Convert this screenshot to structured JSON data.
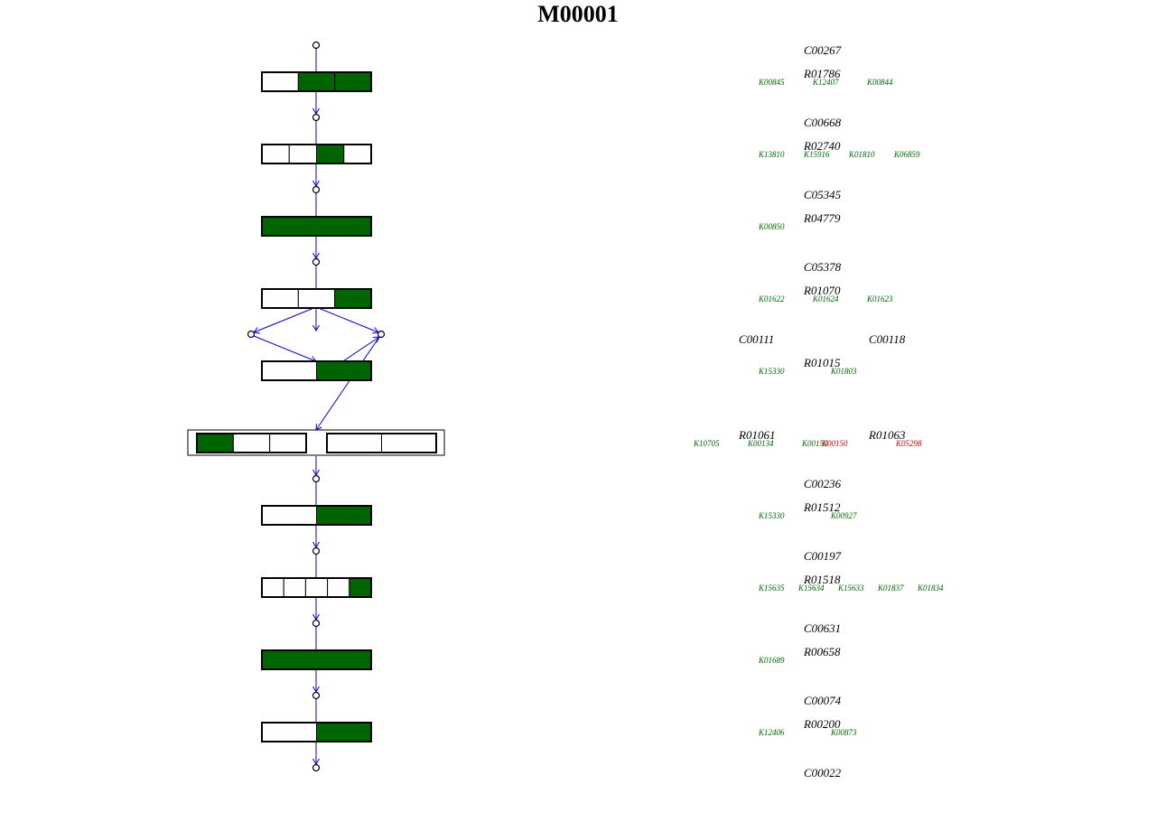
{
  "title": "M00001",
  "colors": {
    "present": "#006400",
    "absent": "#ffffff",
    "edge": "#0000cc",
    "ko_present": "#006400",
    "ko_missing": "#dd0000"
  },
  "steps": [
    {
      "compound": "C00267",
      "reaction": "R01786",
      "boxes": [
        [
          0,
          1,
          1
        ]
      ],
      "kos": [
        {
          "id": "K00845",
          "found": true
        },
        {
          "id": "K12407",
          "found": true
        },
        {
          "id": "K00844",
          "found": true
        }
      ]
    },
    {
      "compound": "C00668",
      "reaction": "R02740",
      "boxes": [
        [
          0,
          0,
          1,
          0
        ]
      ],
      "kos": [
        {
          "id": "K13810",
          "found": true
        },
        {
          "id": "K15916",
          "found": true
        },
        {
          "id": "K01810",
          "found": true
        },
        {
          "id": "K06859",
          "found": true
        }
      ]
    },
    {
      "compound": "C05345",
      "reaction": "R04779",
      "boxes": [
        [
          1
        ]
      ],
      "kos": [
        {
          "id": "K00850",
          "found": true
        }
      ]
    },
    {
      "compound": "C05378",
      "reaction": "R01070",
      "boxes": [
        [
          0,
          0,
          1
        ]
      ],
      "kos": [
        {
          "id": "K01622",
          "found": true
        },
        {
          "id": "K01624",
          "found": true
        },
        {
          "id": "K01623",
          "found": true
        }
      ]
    },
    {
      "compound": "C00111",
      "compound2": "C00118",
      "reaction": "R01015",
      "boxes": [
        [
          0,
          1
        ]
      ],
      "kos": [
        {
          "id": "K15330",
          "found": true
        },
        {
          "id": "K01803",
          "found": true
        }
      ]
    },
    {
      "reaction": "R01061",
      "reaction2": "R01063",
      "boxes": [
        [
          1,
          0,
          0
        ],
        [
          0,
          0
        ]
      ],
      "kos": [
        {
          "id": "K10705",
          "found": true
        },
        {
          "id": "K00134",
          "found": true
        },
        {
          "id": "K00150",
          "found": true
        },
        {
          "id": "K00150",
          "found": false
        },
        {
          "id": "K05298",
          "found": false
        }
      ]
    },
    {
      "compound": "C00236",
      "reaction": "R01512",
      "boxes": [
        [
          0,
          1
        ]
      ],
      "kos": [
        {
          "id": "K15330",
          "found": true
        },
        {
          "id": "K00927",
          "found": true
        }
      ]
    },
    {
      "compound": "C00197",
      "reaction": "R01518",
      "boxes": [
        [
          0,
          0,
          0,
          0,
          1
        ]
      ],
      "kos": [
        {
          "id": "K15635",
          "found": true
        },
        {
          "id": "K15634",
          "found": true
        },
        {
          "id": "K15633",
          "found": true
        },
        {
          "id": "K01837",
          "found": true
        },
        {
          "id": "K01834",
          "found": true
        }
      ]
    },
    {
      "compound": "C00631",
      "reaction": "R00658",
      "boxes": [
        [
          1
        ]
      ],
      "kos": [
        {
          "id": "K01689",
          "found": true
        }
      ]
    },
    {
      "compound": "C00074",
      "reaction": "R00200",
      "boxes": [
        [
          0,
          1
        ]
      ],
      "kos": [
        {
          "id": "K12406",
          "found": true
        },
        {
          "id": "K00873",
          "found": true
        }
      ]
    }
  ],
  "final_compound": "C00022"
}
